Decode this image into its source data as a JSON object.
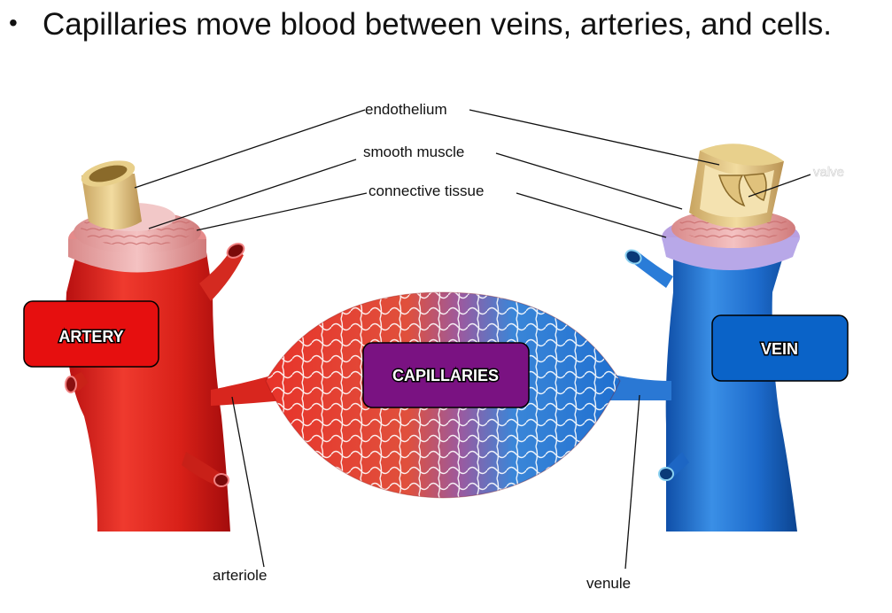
{
  "bullet": {
    "symbol": "•",
    "text": "Capillaries move blood between veins, arteries, and cells."
  },
  "labels": {
    "endothelium": "endothelium",
    "smooth_muscle": "smooth muscle",
    "connective_tissue": "connective tissue",
    "valve": "valve",
    "arteriole": "arteriole",
    "venule": "venule"
  },
  "boxes": {
    "artery": "ARTERY",
    "capillaries": "CAPILLARIES",
    "vein": "VEIN"
  },
  "colors": {
    "artery": "#e02020",
    "vein": "#1f6fd0",
    "capillaries_box": "#7a1282",
    "artery_box": "#e60f0f",
    "vein_box": "#0a63c8"
  }
}
